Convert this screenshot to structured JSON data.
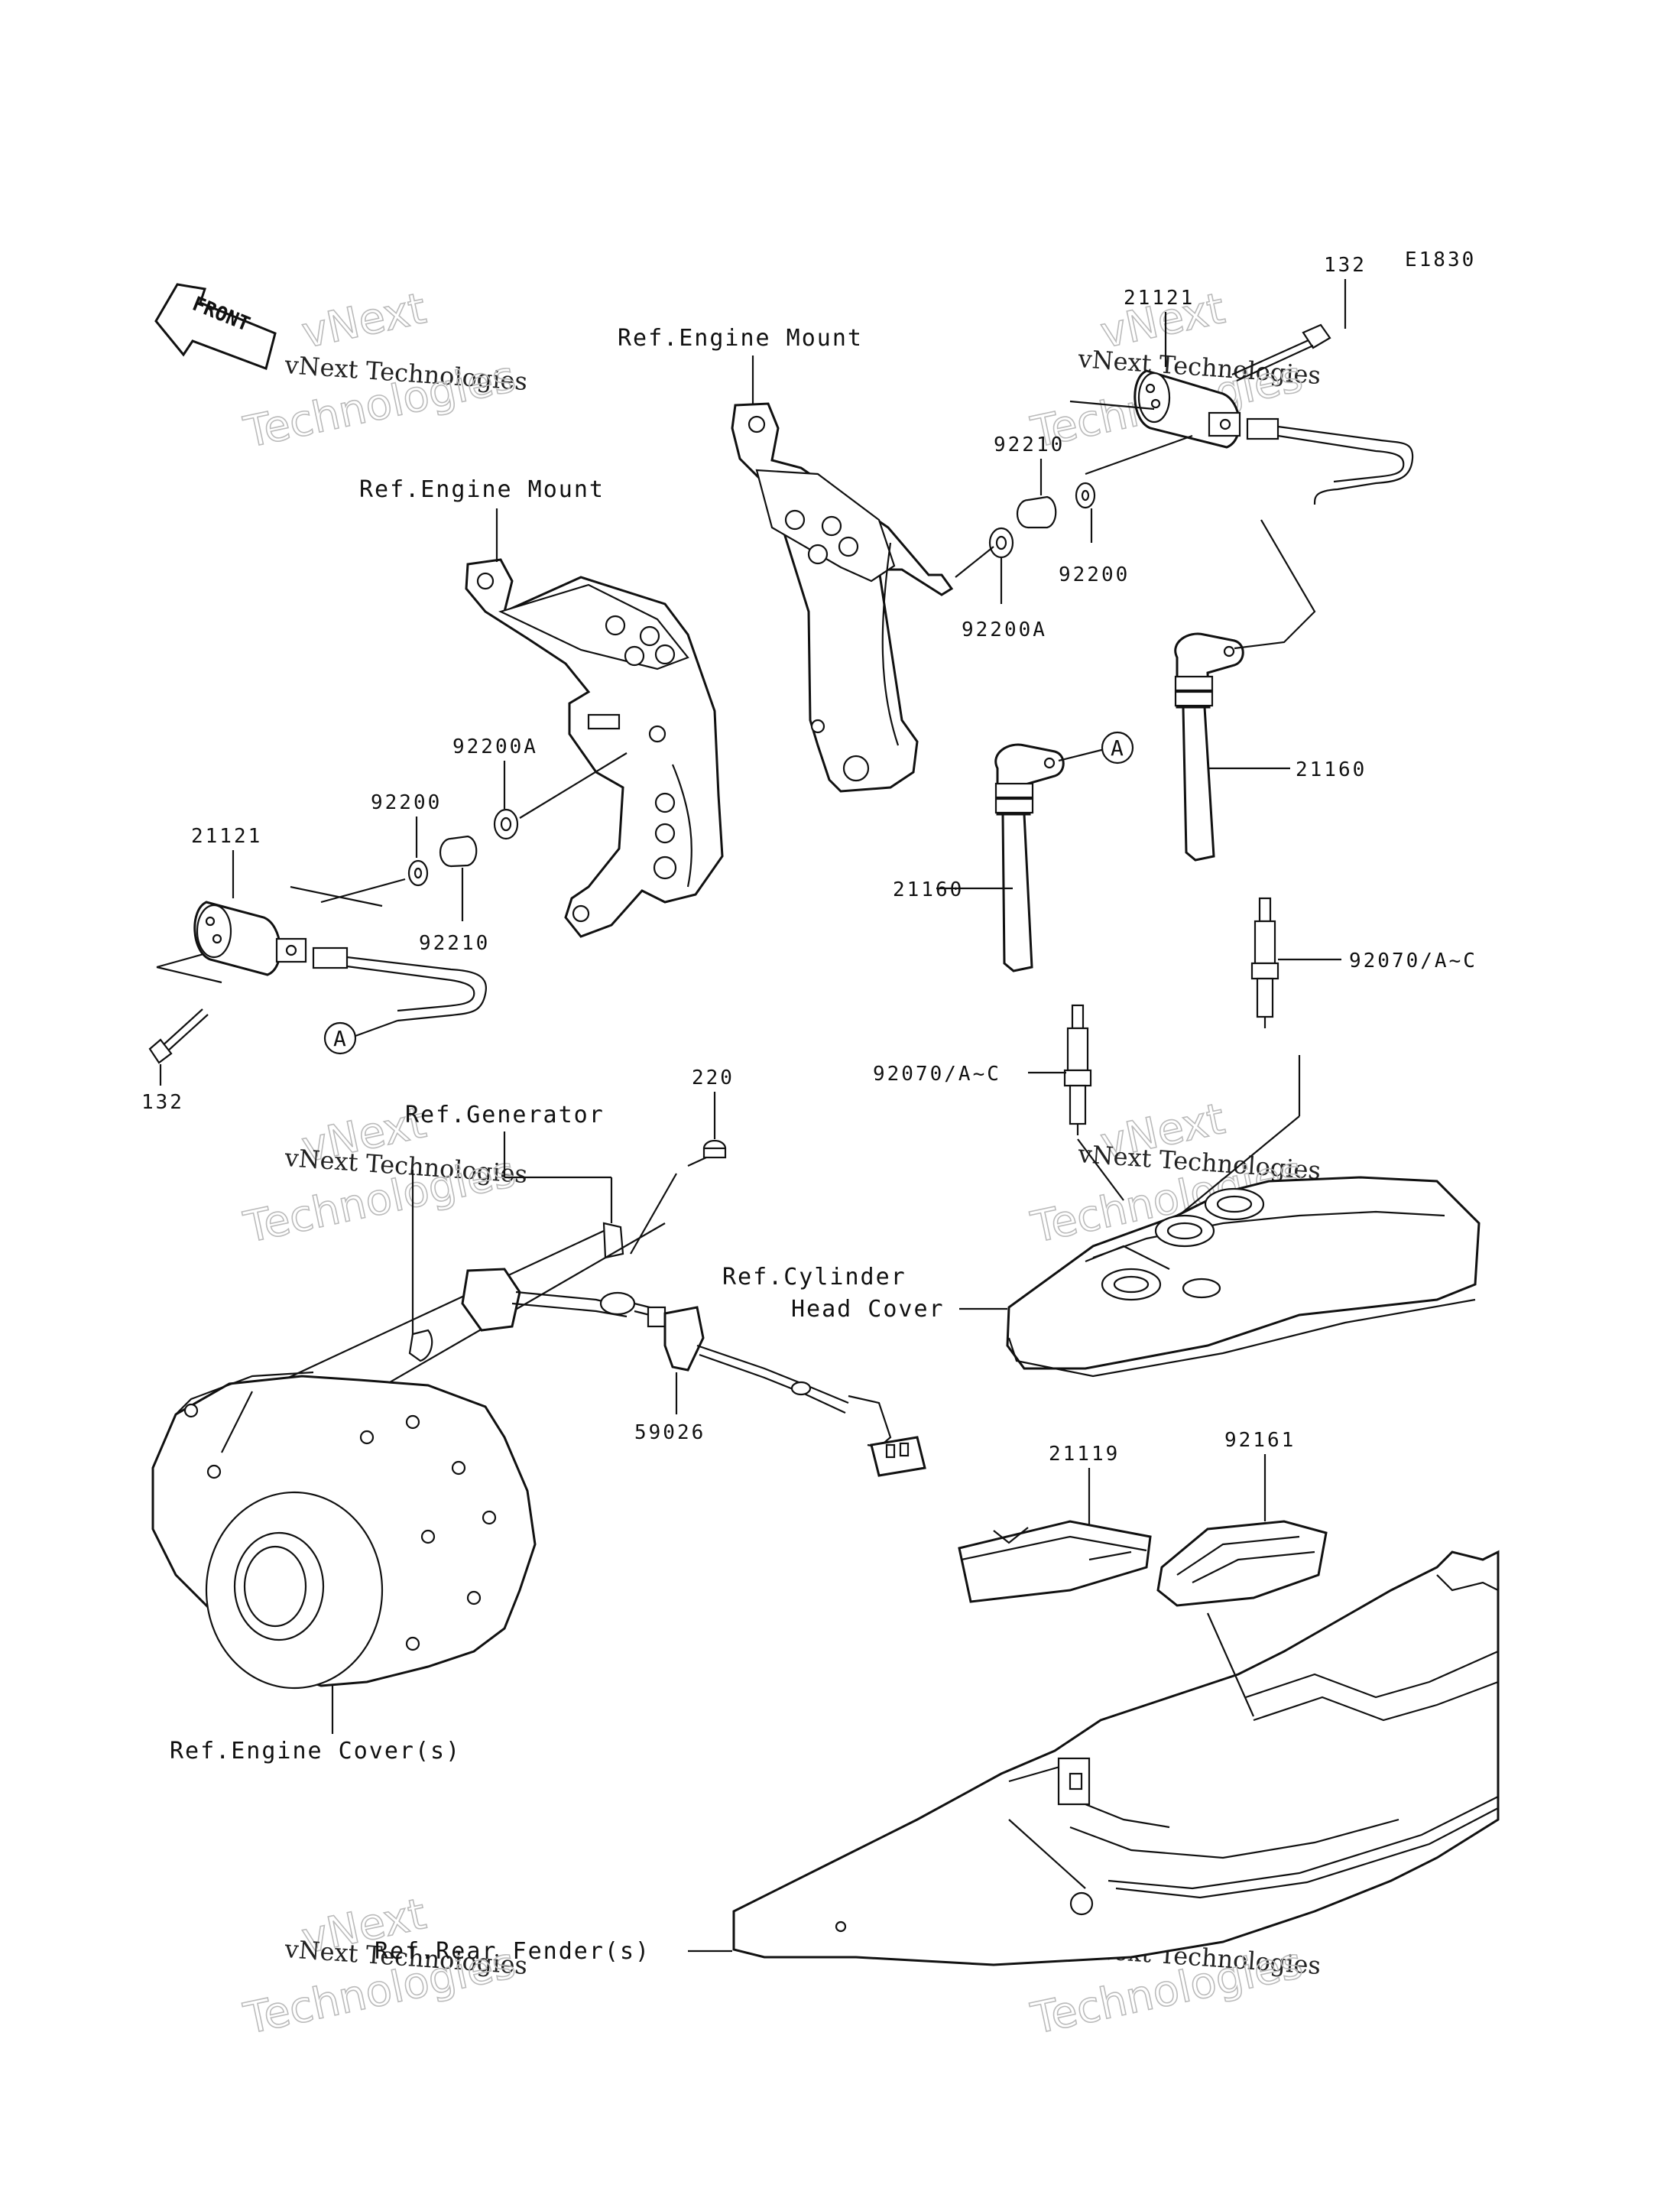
{
  "diagram": {
    "code": "E1830",
    "front_label": "FRONT",
    "watermark": {
      "line1": "vNext Technologies",
      "line2": "vNext",
      "line3": "Technologies"
    },
    "labels": {
      "ref_engine_mount_top": "Ref.Engine Mount",
      "ref_engine_mount_left": "Ref.Engine Mount",
      "p132_top": "132",
      "p21121_top": "21121",
      "p92210_top": "92210",
      "p92200_top": "92200",
      "p92200a_top": "92200A",
      "p92200a_left": "92200A",
      "p92200_left": "92200",
      "p21121_left": "21121",
      "p92210_left": "92210",
      "p132_left": "132",
      "p21160_right": "21160",
      "p21160_left": "21160",
      "p92070_right": "92070/A~C",
      "p92070_left": "92070/A~C",
      "circle_a_top": "A",
      "circle_a_left": "A",
      "p220": "220",
      "ref_generator": "Ref.Generator",
      "ref_cylinder_1": "Ref.Cylinder",
      "ref_cylinder_2": "Head Cover",
      "p59026": "59026",
      "p21119": "21119",
      "p92161": "92161",
      "ref_engine_cover": "Ref.Engine Cover(s)",
      "ref_rear_fender": "Ref.Rear Fender(s)"
    }
  }
}
